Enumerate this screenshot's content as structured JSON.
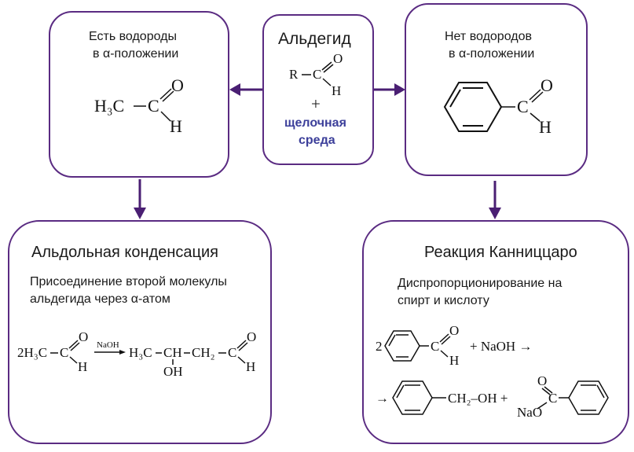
{
  "center": {
    "title": "Альдегид",
    "formula_r": "R",
    "formula_c": "C",
    "formula_o": "O",
    "formula_h": "H",
    "plus": "+",
    "condition_line1": "щелочная",
    "condition_line2": "среда",
    "condition_color": "#3c3f9a"
  },
  "left_top": {
    "line1": "Есть водороды",
    "line2": "в α-положении",
    "formula": {
      "h3c": "H₃C",
      "c": "C",
      "o": "O",
      "h": "H"
    }
  },
  "right_top": {
    "line1": "Нет водородов",
    "line2": "в α-положении",
    "formula": {
      "c": "C",
      "o": "O",
      "h": "H"
    }
  },
  "left_bottom": {
    "title": "Альдольная конденсация",
    "desc_line1": "Присоединение второй молекулы",
    "desc_line2": "альдегида через α-атом",
    "reaction": {
      "coef": "2H₃C",
      "c1": "C",
      "o1": "O",
      "h1": "H",
      "reagent": "NaOH",
      "h3c": "H₃C",
      "ch": "CH",
      "ch2": "CH₂",
      "c2": "C",
      "o2": "O",
      "h2": "H",
      "oh": "OH"
    }
  },
  "right_bottom": {
    "title": "Реакция Канниццаро",
    "desc_line1": "Диспропорционирование на",
    "desc_line2": "спирт и кислоту",
    "reaction": {
      "coef": "2",
      "c": "C",
      "o": "O",
      "h": "H",
      "plus_naoh": "+ NaOH →",
      "arrow_start": "→",
      "ch2oh": "CH₂–OH +",
      "c2": "C",
      "o2": "O",
      "nao": "NaO"
    }
  },
  "colors": {
    "border": "#5a2b82",
    "arrow": "#4a1f73"
  }
}
